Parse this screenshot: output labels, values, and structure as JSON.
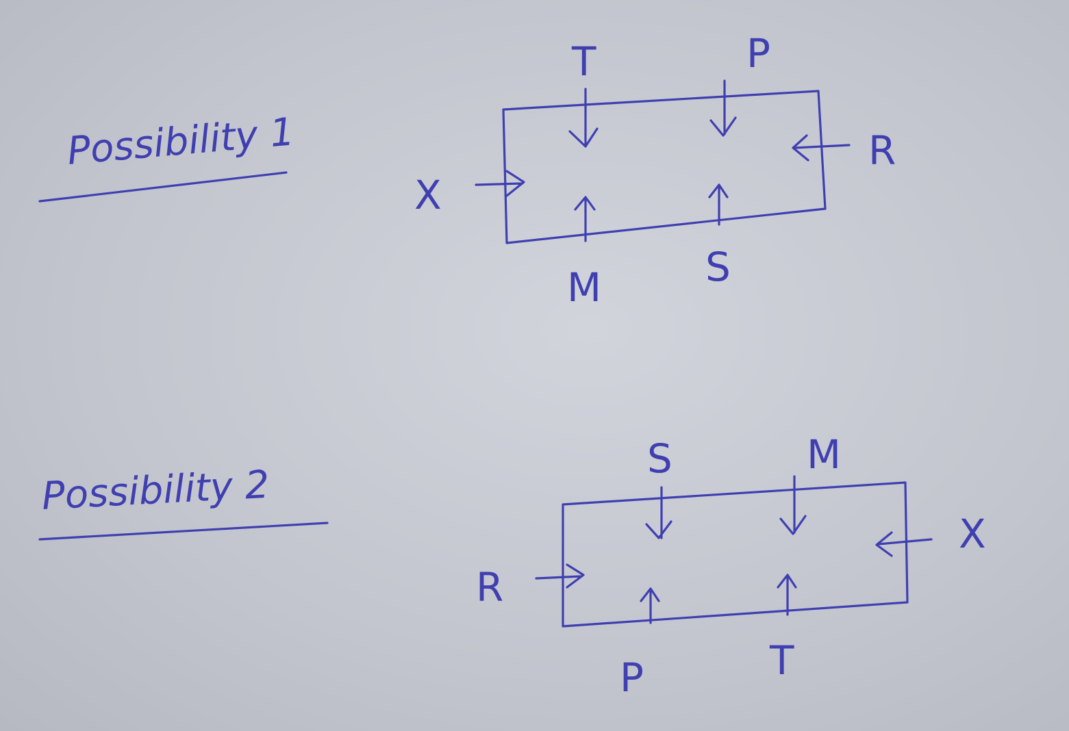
{
  "possibility_1": {
    "title": "Possibility 1",
    "top": [
      "T",
      "P"
    ],
    "bottom": [
      "M",
      "S"
    ],
    "left": "X",
    "right": "R"
  },
  "possibility_2": {
    "title": "Possibility 2",
    "top": [
      "S",
      "M"
    ],
    "bottom": [
      "P",
      "T"
    ],
    "left": "R",
    "right": "X"
  },
  "ink_color": "#3f3fb0",
  "paper_color": "#c9cbd3"
}
